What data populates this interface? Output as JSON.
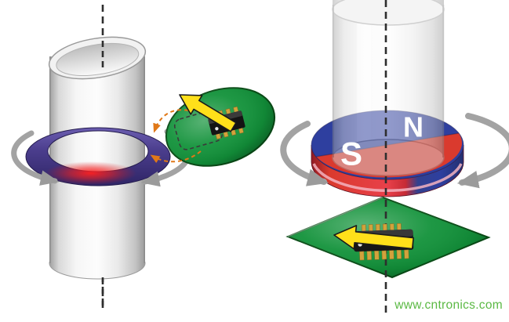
{
  "right_magnet": {
    "south_label": "S",
    "north_label": "N"
  },
  "watermark": {
    "text": "www.cntronics.com"
  },
  "colors": {
    "magnet_south_red": "#da3a2e",
    "magnet_north_blue": "#2e3f9f",
    "pcb_green": "#12923a",
    "field_arrow_yellow": "#ffe01a",
    "watermark_green": "#5bb944",
    "ring_glow_red": "#ff2020"
  }
}
